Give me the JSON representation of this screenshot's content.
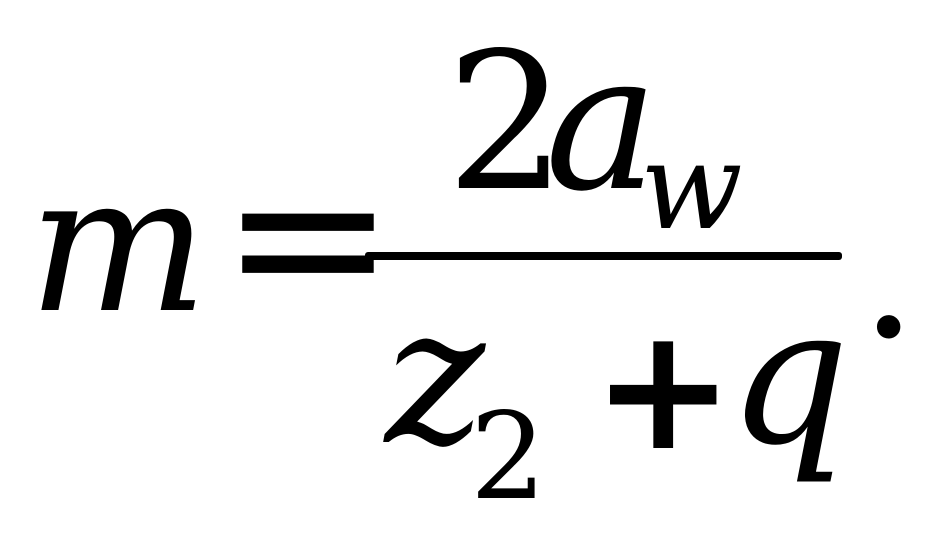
{
  "formula": {
    "lhs": "m",
    "equals": "=",
    "numerator": {
      "coefficient": "2",
      "variable": "a",
      "subscript": "w"
    },
    "denominator": {
      "variable": "z",
      "subscript": "2",
      "operator": "+",
      "addend": "q"
    },
    "terminator": "."
  }
}
